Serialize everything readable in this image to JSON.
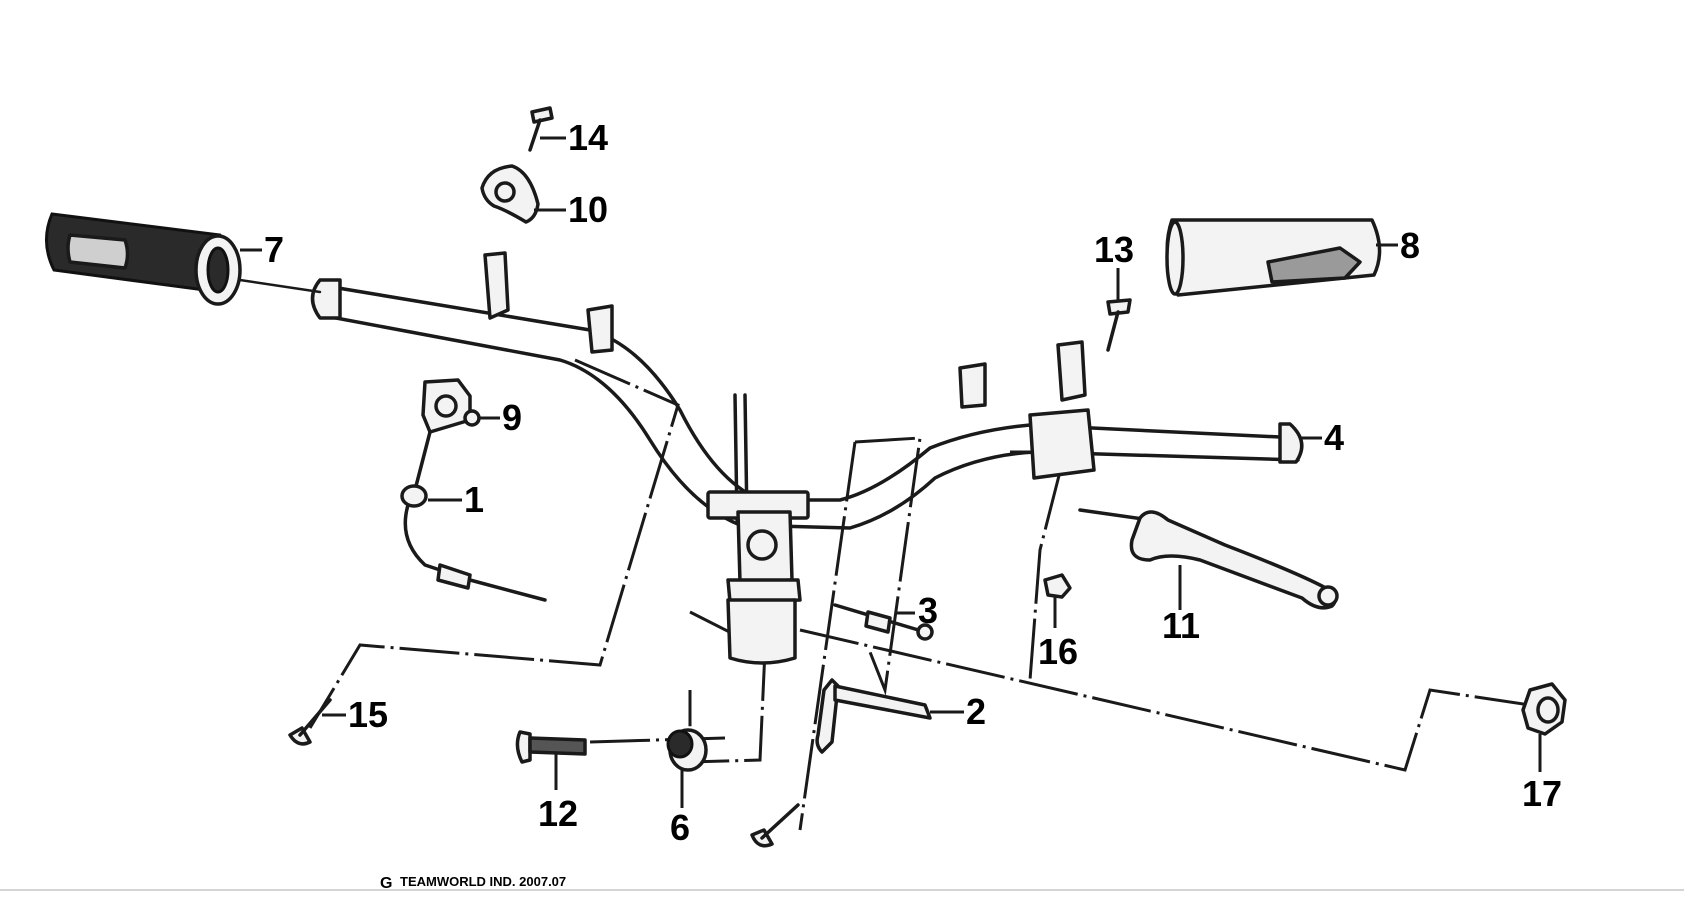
{
  "callouts": {
    "p1": "1",
    "p2": "2",
    "p3": "3",
    "p4": "4",
    "p6": "6",
    "p7": "7",
    "p8": "8",
    "p9": "9",
    "p10": "10",
    "p11": "11",
    "p12": "12",
    "p13": "13",
    "p14": "14",
    "p15": "15",
    "p16": "16",
    "p17": "17"
  },
  "footer": {
    "logo_mark": "G",
    "copyright": "TEAMWORLD IND. 2007.07"
  }
}
